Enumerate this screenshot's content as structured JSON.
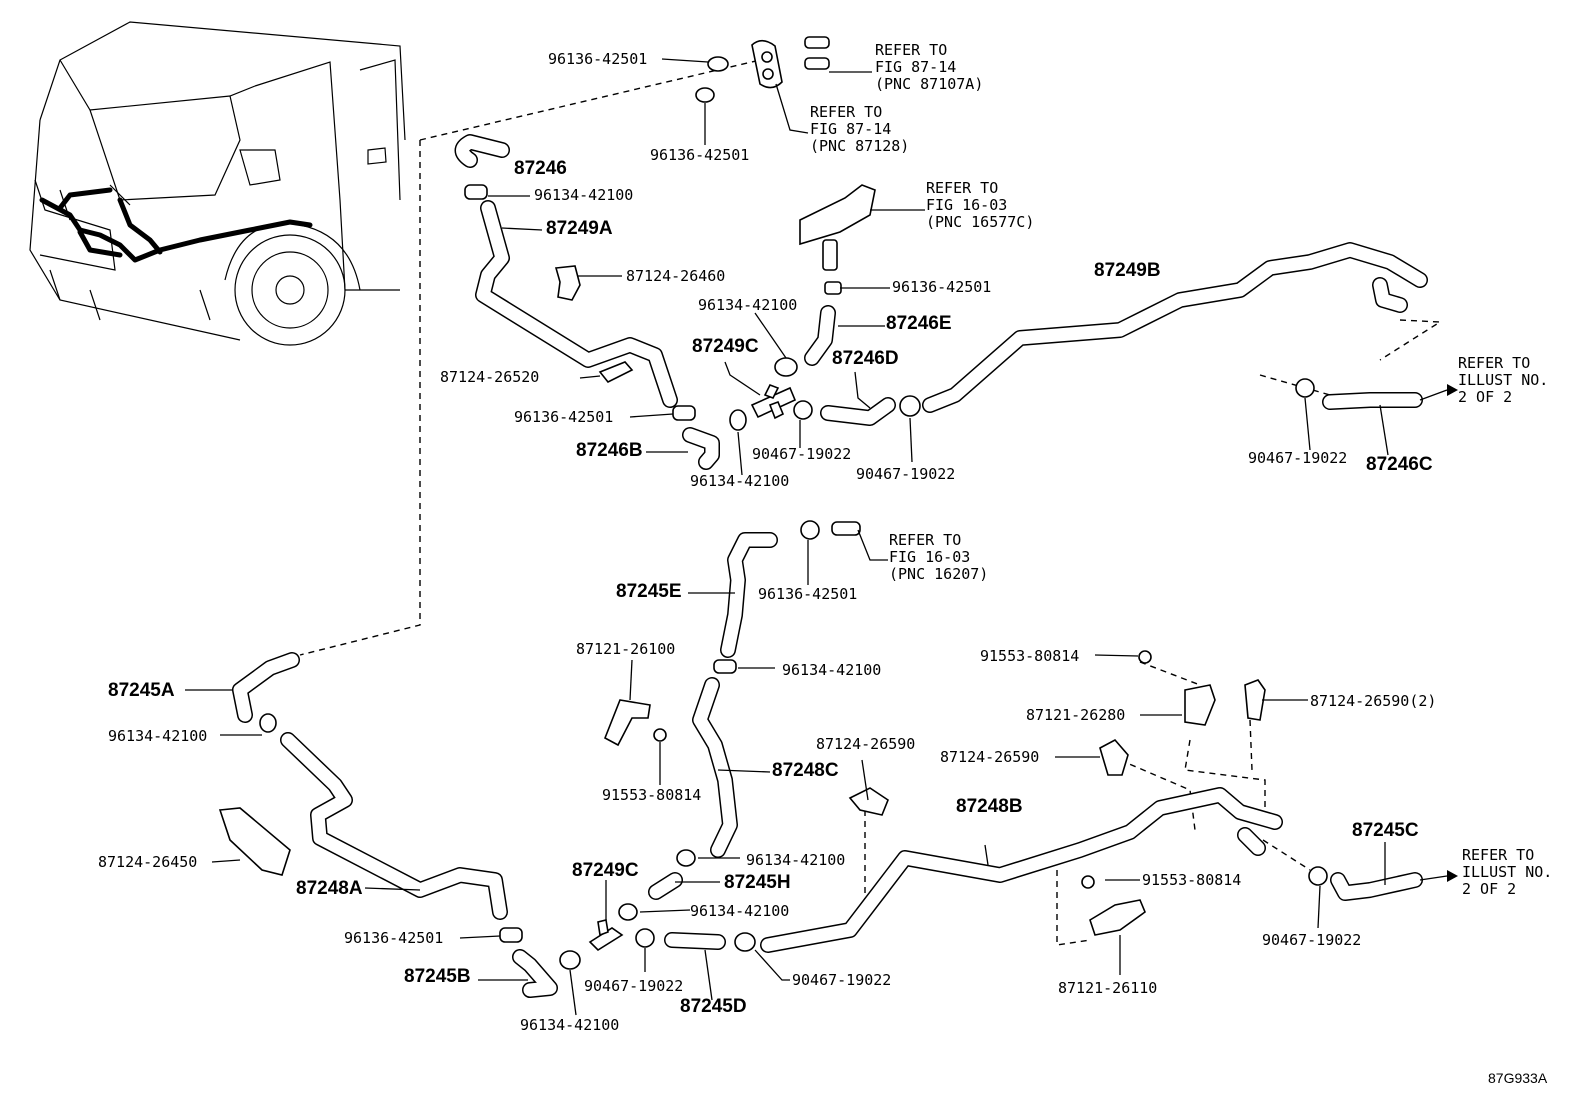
{
  "figure_code": "87G933A",
  "refs": {
    "fig_87_14_a": {
      "l1": "REFER TO",
      "l2": "FIG 87-14",
      "l3": "(PNC 87107A)"
    },
    "fig_87_14_b": {
      "l1": "REFER TO",
      "l2": "FIG 87-14",
      "l3": "(PNC 87128)"
    },
    "fig_16_03_a": {
      "l1": "REFER TO",
      "l2": "FIG 16-03",
      "l3": "(PNC 16577C)"
    },
    "fig_16_03_b": {
      "l1": "REFER TO",
      "l2": "FIG 16-03",
      "l3": "(PNC 16207)"
    },
    "illust_a": {
      "l1": "REFER TO",
      "l2": "ILLUST NO.",
      "l3": "2 OF 2"
    },
    "illust_b": {
      "l1": "REFER TO",
      "l2": "ILLUST NO.",
      "l3": "2 OF 2"
    }
  },
  "parts": {
    "p96136_42501": "96136-42501",
    "p96134_42100": "96134-42100",
    "p90467_19022": "90467-19022",
    "p87124_26460": "87124-26460",
    "p87124_26520": "87124-26520",
    "p87124_26450": "87124-26450",
    "p87124_26590": "87124-26590",
    "p87124_26590_2": "87124-26590(2)",
    "p87121_26100": "87121-26100",
    "p87121_26280": "87121-26280",
    "p87121_26110": "87121-26110",
    "p91553_80814": "91553-80814"
  },
  "pnc": {
    "n87246": "87246",
    "n87249A": "87249A",
    "n87249B": "87249B",
    "n87249C": "87249C",
    "n87246E": "87246E",
    "n87246D": "87246D",
    "n87246B": "87246B",
    "n87246C": "87246C",
    "n87245E": "87245E",
    "n87245A": "87245A",
    "n87248C": "87248C",
    "n87248B": "87248B",
    "n87248A": "87248A",
    "n87245C": "87245C",
    "n87245H": "87245H",
    "n87245B": "87245B",
    "n87245D": "87245D"
  }
}
